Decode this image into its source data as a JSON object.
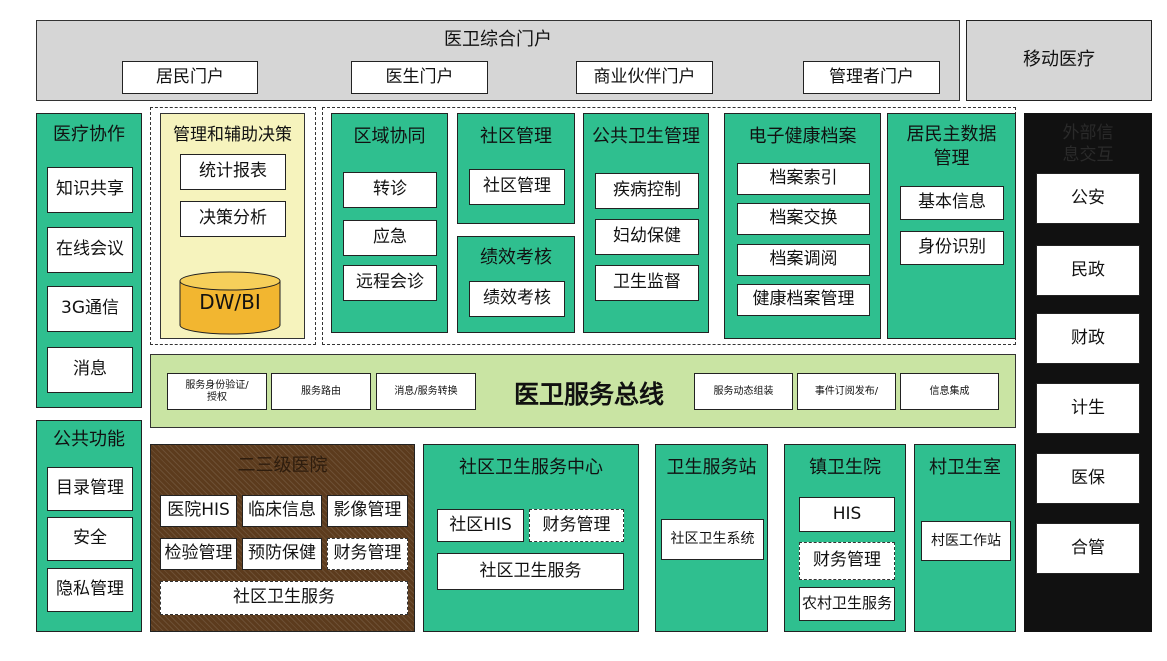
{
  "portal": {
    "title": "医卫综合门户",
    "items": [
      "居民门户",
      "医生门户",
      "商业伙伴门户",
      "管理者门户"
    ]
  },
  "mobile": {
    "title": "移动医疗"
  },
  "left_collab": {
    "title": "医疗协作",
    "items": [
      "知识共享",
      "在线会议",
      "3G通信",
      "消息"
    ]
  },
  "public_func": {
    "title": "公共功能",
    "items": [
      "目录管理",
      "安全",
      "隐私管理"
    ]
  },
  "decision": {
    "title": "管理和辅助决策",
    "items": [
      "统计报表",
      "决策分析"
    ],
    "db": "DW/BI"
  },
  "regional": {
    "title": "区域协同",
    "items": [
      "转诊",
      "应急",
      "远程会诊"
    ]
  },
  "community_mgmt": {
    "title": "社区管理",
    "items": [
      "社区管理"
    ]
  },
  "performance": {
    "title": "绩效考核",
    "items": [
      "绩效考核"
    ]
  },
  "public_health": {
    "title": "公共卫生管理",
    "items": [
      "疾病控制",
      "妇幼保健",
      "卫生监督"
    ]
  },
  "ehr": {
    "title": "电子健康档案",
    "items": [
      "档案索引",
      "档案交换",
      "档案调阅",
      "健康档案管理"
    ]
  },
  "master_data": {
    "title": "居民主数据管理",
    "title_line1": "居民主数据",
    "title_line2": "管理",
    "items": [
      "基本信息",
      "身份识别"
    ]
  },
  "external": {
    "title_line1": "外部信",
    "title_line2": "息交互",
    "items": [
      "公安",
      "民政",
      "财政",
      "计生",
      "医保",
      "合管"
    ]
  },
  "bus": {
    "title": "医卫服务总线",
    "left_items": [
      "服务身份验证/授权",
      "服务路由",
      "消息/服务转换"
    ],
    "left_item0_line1": "服务身份验证/",
    "left_item0_line2": "授权",
    "right_items": [
      "服务动态组装",
      "事件订阅发布/",
      "信息集成"
    ]
  },
  "hospital": {
    "title": "二三级医院",
    "items": [
      "医院HIS",
      "临床信息",
      "影像管理",
      "检验管理",
      "预防保健",
      "财务管理",
      "社区卫生服务"
    ]
  },
  "chc": {
    "title": "社区卫生服务中心",
    "items": [
      "社区HIS",
      "财务管理",
      "社区卫生服务"
    ]
  },
  "station": {
    "title": "卫生服务站",
    "items": [
      "社区卫生系统"
    ]
  },
  "township": {
    "title": "镇卫生院",
    "items": [
      "HIS",
      "财务管理",
      "农村卫生服务"
    ]
  },
  "village": {
    "title": "村卫生室",
    "items": [
      "村医工作站"
    ]
  },
  "colors": {
    "green": "#2fbf8f",
    "gray": "#d6d6d6",
    "light_green": "#c9e4a3",
    "yellow": "#f6f3bd",
    "db_yellow": "#f2b630",
    "brown": "#5c3b1d",
    "black": "#111111"
  }
}
